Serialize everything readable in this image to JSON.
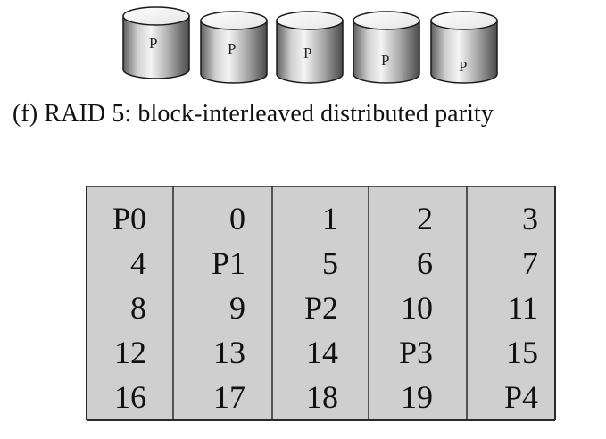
{
  "disks": [
    {
      "label": "P"
    },
    {
      "label": "P"
    },
    {
      "label": "P"
    },
    {
      "label": "P"
    },
    {
      "label": "P"
    }
  ],
  "caption": "(f) RAID 5: block-interleaved distributed parity",
  "table": {
    "columns": [
      [
        "P0",
        "4",
        "8",
        "12",
        "16"
      ],
      [
        "0",
        "P1",
        "9",
        "13",
        "17"
      ],
      [
        "1",
        "5",
        "P2",
        "14",
        "18"
      ],
      [
        "2",
        "6",
        "10",
        "P3",
        "19"
      ],
      [
        "3",
        "7",
        "11",
        "15",
        "P4"
      ]
    ]
  },
  "colors": {
    "table_fill": "#cfcfcf",
    "border": "#222222",
    "disk_light": "#f2f2f2",
    "disk_dark": "#6f6f6f"
  },
  "icons": [
    "disk-cylinder-icon"
  ]
}
